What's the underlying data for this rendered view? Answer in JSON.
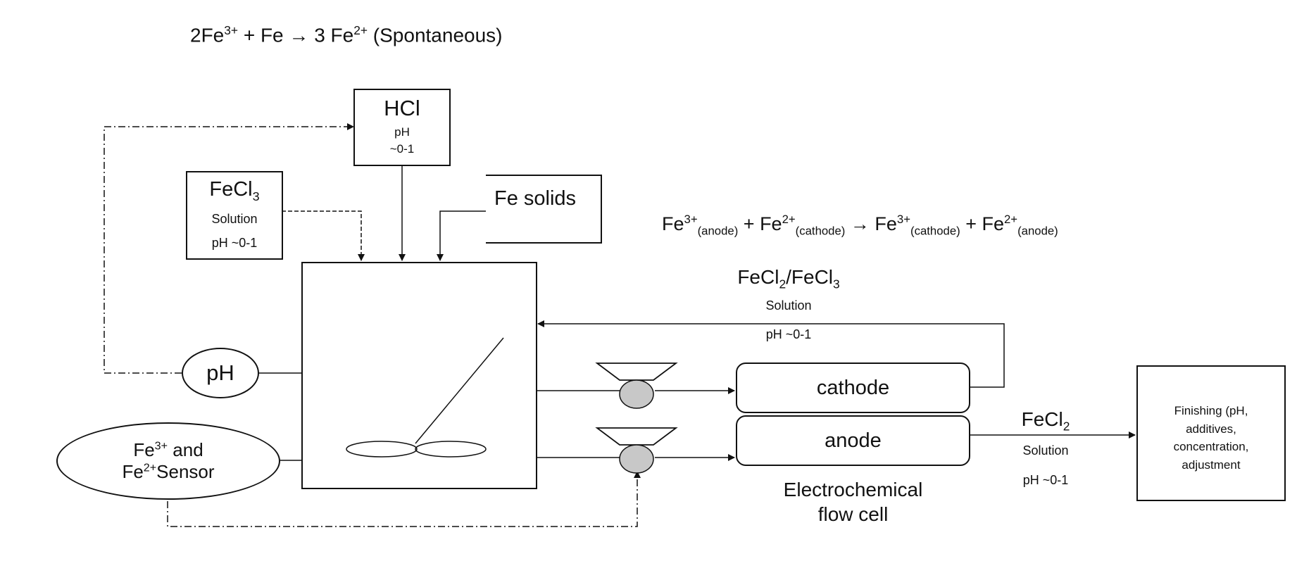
{
  "equation_top": {
    "part1": "2Fe",
    "sup1": "3+",
    "part2": " + Fe ",
    "arrow": "→",
    "part3": " 3 Fe",
    "sup2": "2+",
    "part4": " (Spontaneous)"
  },
  "equation_right": {
    "a": "Fe",
    "a_sup": "3+",
    "a_sub": "(anode)",
    "plus1": " + Fe",
    "b_sup": "2+",
    "b_sub": "(cathode)",
    "arrow": " → ",
    "c": "Fe",
    "c_sup": "3+",
    "c_sub": "(cathode)",
    "plus2": " + Fe",
    "d_sup": "2+",
    "d_sub": "(anode)"
  },
  "hcl": {
    "title": "HCl",
    "line1": "pH",
    "line2": "~0-1"
  },
  "fecl3": {
    "title": "FeCl",
    "title_sub": "3",
    "line1": "Solution",
    "line2": "pH ~0-1"
  },
  "fe_solids": {
    "label": "Fe solids"
  },
  "ph_sensor": {
    "label": "pH"
  },
  "fe_sensor": {
    "line1_a": "Fe",
    "line1_sup": "3+",
    "line1_b": " and",
    "line2_a": "Fe",
    "line2_sup": "2+",
    "line2_b": "Sensor"
  },
  "recycle": {
    "title_a": "FeCl",
    "title_sub1": "2",
    "title_b": "/FeCl",
    "title_sub2": "3",
    "line1": "Solution",
    "line2": "pH ~0-1"
  },
  "cell": {
    "cathode": "cathode",
    "anode": "anode",
    "caption_line1": "Electrochemical",
    "caption_line2": "flow cell"
  },
  "product": {
    "title": "FeCl",
    "title_sub": "2",
    "line1": "Solution",
    "line2": "pH ~0-1"
  },
  "finishing": {
    "line1": "Finishing (pH,",
    "line2": "additives,",
    "line3": "concentration,",
    "line4": "adjustment"
  },
  "colors": {
    "line": "#111111",
    "pump_fill": "#c8c8c8",
    "background": "#ffffff"
  }
}
